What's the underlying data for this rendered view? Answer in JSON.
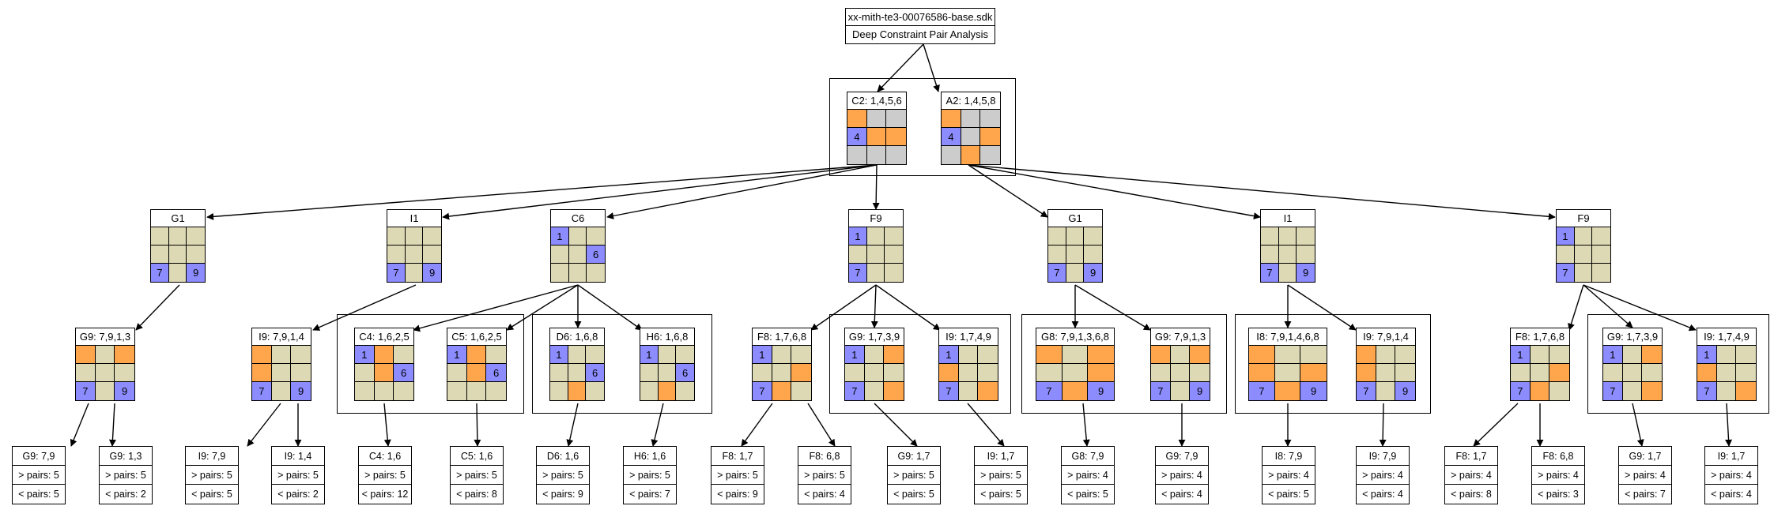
{
  "root": {
    "title": "xx-mith-te3-00076586-base.sdk",
    "subtitle": "Deep Constraint Pair Analysis"
  },
  "colors": {
    "same": "#ddd9b5",
    "gray": "#cccccc",
    "orange": "#ffa64d",
    "blue": "#8c8cff",
    "line": "#000000"
  },
  "nodes": {
    "c2": {
      "label": "C2: 1,4,5,6",
      "cells": [
        "o",
        "g",
        "g",
        "b:4",
        "o",
        "o",
        "g",
        "g",
        "g"
      ]
    },
    "a2": {
      "label": "A2: 1,4,5,8",
      "cells": [
        "o",
        "g",
        "g",
        "b:4",
        "g",
        "o",
        "g",
        "o",
        "g"
      ]
    },
    "g1a": {
      "label": "G1",
      "cells": [
        "s",
        "s",
        "s",
        "s",
        "s",
        "s",
        "b:7",
        "s",
        "b:9"
      ]
    },
    "i1a": {
      "label": "I1",
      "cells": [
        "s",
        "s",
        "s",
        "s",
        "s",
        "s",
        "b:7",
        "s",
        "b:9"
      ]
    },
    "c6": {
      "label": "C6",
      "cells": [
        "b:1",
        "s",
        "s",
        "s",
        "s",
        "b:6",
        "s",
        "s",
        "s"
      ]
    },
    "f9a": {
      "label": "F9",
      "cells": [
        "b:1",
        "s",
        "s",
        "s",
        "s",
        "s",
        "b:7",
        "s",
        "s"
      ]
    },
    "g1b": {
      "label": "G1",
      "cells": [
        "s",
        "s",
        "s",
        "s",
        "s",
        "s",
        "b:7",
        "s",
        "b:9"
      ]
    },
    "i1b": {
      "label": "I1",
      "cells": [
        "s",
        "s",
        "s",
        "s",
        "s",
        "s",
        "b:7",
        "s",
        "b:9"
      ]
    },
    "f9b": {
      "label": "F9",
      "cells": [
        "b:1",
        "s",
        "s",
        "s",
        "s",
        "s",
        "b:7",
        "s",
        "s"
      ]
    },
    "g9a": {
      "label": "G9: 7,9,1,3",
      "cells": [
        "o",
        "s",
        "o",
        "s",
        "s",
        "s",
        "b:7",
        "s",
        "b:9"
      ]
    },
    "i9a": {
      "label": "I9: 7,9,1,4",
      "cells": [
        "o",
        "s",
        "s",
        "o",
        "s",
        "s",
        "b:7",
        "s",
        "b:9"
      ]
    },
    "c4": {
      "label": "C4: 1,6,2,5",
      "cells": [
        "b:1",
        "o",
        "s",
        "s",
        "o",
        "b:6",
        "s",
        "s",
        "s"
      ]
    },
    "c5": {
      "label": "C5: 1,6,2,5",
      "cells": [
        "b:1",
        "o",
        "s",
        "s",
        "o",
        "b:6",
        "s",
        "s",
        "s"
      ]
    },
    "d6": {
      "label": "D6: 1,6,8",
      "cells": [
        "b:1",
        "s",
        "s",
        "s",
        "s",
        "b:6",
        "s",
        "o",
        "s"
      ]
    },
    "h6": {
      "label": "H6: 1,6,8",
      "cells": [
        "b:1",
        "s",
        "s",
        "s",
        "s",
        "b:6",
        "s",
        "o",
        "s"
      ]
    },
    "f8a": {
      "label": "F8: 1,7,6,8",
      "cells": [
        "b:1",
        "s",
        "s",
        "s",
        "s",
        "o",
        "b:7",
        "o",
        "s"
      ]
    },
    "g9b": {
      "label": "G9: 1,7,3,9",
      "cells": [
        "b:1",
        "s",
        "o",
        "s",
        "s",
        "s",
        "b:7",
        "s",
        "o"
      ]
    },
    "i9b": {
      "label": "I9: 1,7,4,9",
      "cells": [
        "b:1",
        "s",
        "s",
        "o",
        "s",
        "s",
        "b:7",
        "s",
        "o"
      ]
    },
    "g8": {
      "label": "G8: 7,9,1,3,6,8",
      "cells": [
        "o",
        "s",
        "o",
        "s",
        "s",
        "o",
        "b:7",
        "o",
        "b:9"
      ]
    },
    "g9c": {
      "label": "G9: 7,9,1,3",
      "cells": [
        "o",
        "s",
        "o",
        "s",
        "s",
        "s",
        "b:7",
        "s",
        "b:9"
      ]
    },
    "i8": {
      "label": "I8: 7,9,1,4,6,8",
      "cells": [
        "o",
        "s",
        "s",
        "o",
        "s",
        "o",
        "b:7",
        "o",
        "b:9"
      ]
    },
    "i9c": {
      "label": "I9: 7,9,1,4",
      "cells": [
        "o",
        "s",
        "s",
        "o",
        "s",
        "s",
        "b:7",
        "s",
        "b:9"
      ]
    },
    "f8b": {
      "label": "F8: 1,7,6,8",
      "cells": [
        "b:1",
        "s",
        "s",
        "s",
        "s",
        "o",
        "b:7",
        "o",
        "s"
      ]
    },
    "g9d": {
      "label": "G9: 1,7,3,9",
      "cells": [
        "b:1",
        "s",
        "o",
        "s",
        "s",
        "s",
        "b:7",
        "s",
        "o"
      ]
    },
    "i9d": {
      "label": "I9: 1,7,4,9",
      "cells": [
        "b:1",
        "s",
        "s",
        "o",
        "s",
        "s",
        "b:7",
        "s",
        "o"
      ]
    }
  },
  "leaves": {
    "l1": {
      "title": "G9: 7,9",
      "gt": "> pairs: 5",
      "lt": "< pairs: 5"
    },
    "l2": {
      "title": "G9: 1,3",
      "gt": "> pairs: 5",
      "lt": "< pairs: 2"
    },
    "l3": {
      "title": "I9: 7,9",
      "gt": "> pairs: 5",
      "lt": "< pairs: 5"
    },
    "l4": {
      "title": "I9: 1,4",
      "gt": "> pairs: 5",
      "lt": "< pairs: 2"
    },
    "l5": {
      "title": "C4: 1,6",
      "gt": "> pairs: 5",
      "lt": "< pairs: 12"
    },
    "l6": {
      "title": "C5: 1,6",
      "gt": "> pairs: 5",
      "lt": "< pairs: 8"
    },
    "l7": {
      "title": "D6: 1,6",
      "gt": "> pairs: 5",
      "lt": "< pairs: 9"
    },
    "l8": {
      "title": "H6: 1,6",
      "gt": "> pairs: 5",
      "lt": "< pairs: 7"
    },
    "l9": {
      "title": "F8: 1,7",
      "gt": "> pairs: 5",
      "lt": "< pairs: 9"
    },
    "l10": {
      "title": "F8: 6,8",
      "gt": "> pairs: 5",
      "lt": "< pairs: 4"
    },
    "l11": {
      "title": "G9: 1,7",
      "gt": "> pairs: 5",
      "lt": "< pairs: 5"
    },
    "l12": {
      "title": "I9: 1,7",
      "gt": "> pairs: 5",
      "lt": "< pairs: 5"
    },
    "l13": {
      "title": "G8: 7,9",
      "gt": "> pairs: 4",
      "lt": "< pairs: 5"
    },
    "l14": {
      "title": "G9: 7,9",
      "gt": "> pairs: 4",
      "lt": "< pairs: 4"
    },
    "l15": {
      "title": "I8: 7,9",
      "gt": "> pairs: 4",
      "lt": "< pairs: 5"
    },
    "l16": {
      "title": "I9: 7,9",
      "gt": "> pairs: 4",
      "lt": "< pairs: 4"
    },
    "l17": {
      "title": "F8: 1,7",
      "gt": "> pairs: 4",
      "lt": "< pairs: 8"
    },
    "l18": {
      "title": "F8: 6,8",
      "gt": "> pairs: 4",
      "lt": "< pairs: 3"
    },
    "l19": {
      "title": "G9: 1,7",
      "gt": "> pairs: 4",
      "lt": "< pairs: 7"
    },
    "l20": {
      "title": "I9: 1,7",
      "gt": "> pairs: 4",
      "lt": "< pairs: 4"
    }
  }
}
